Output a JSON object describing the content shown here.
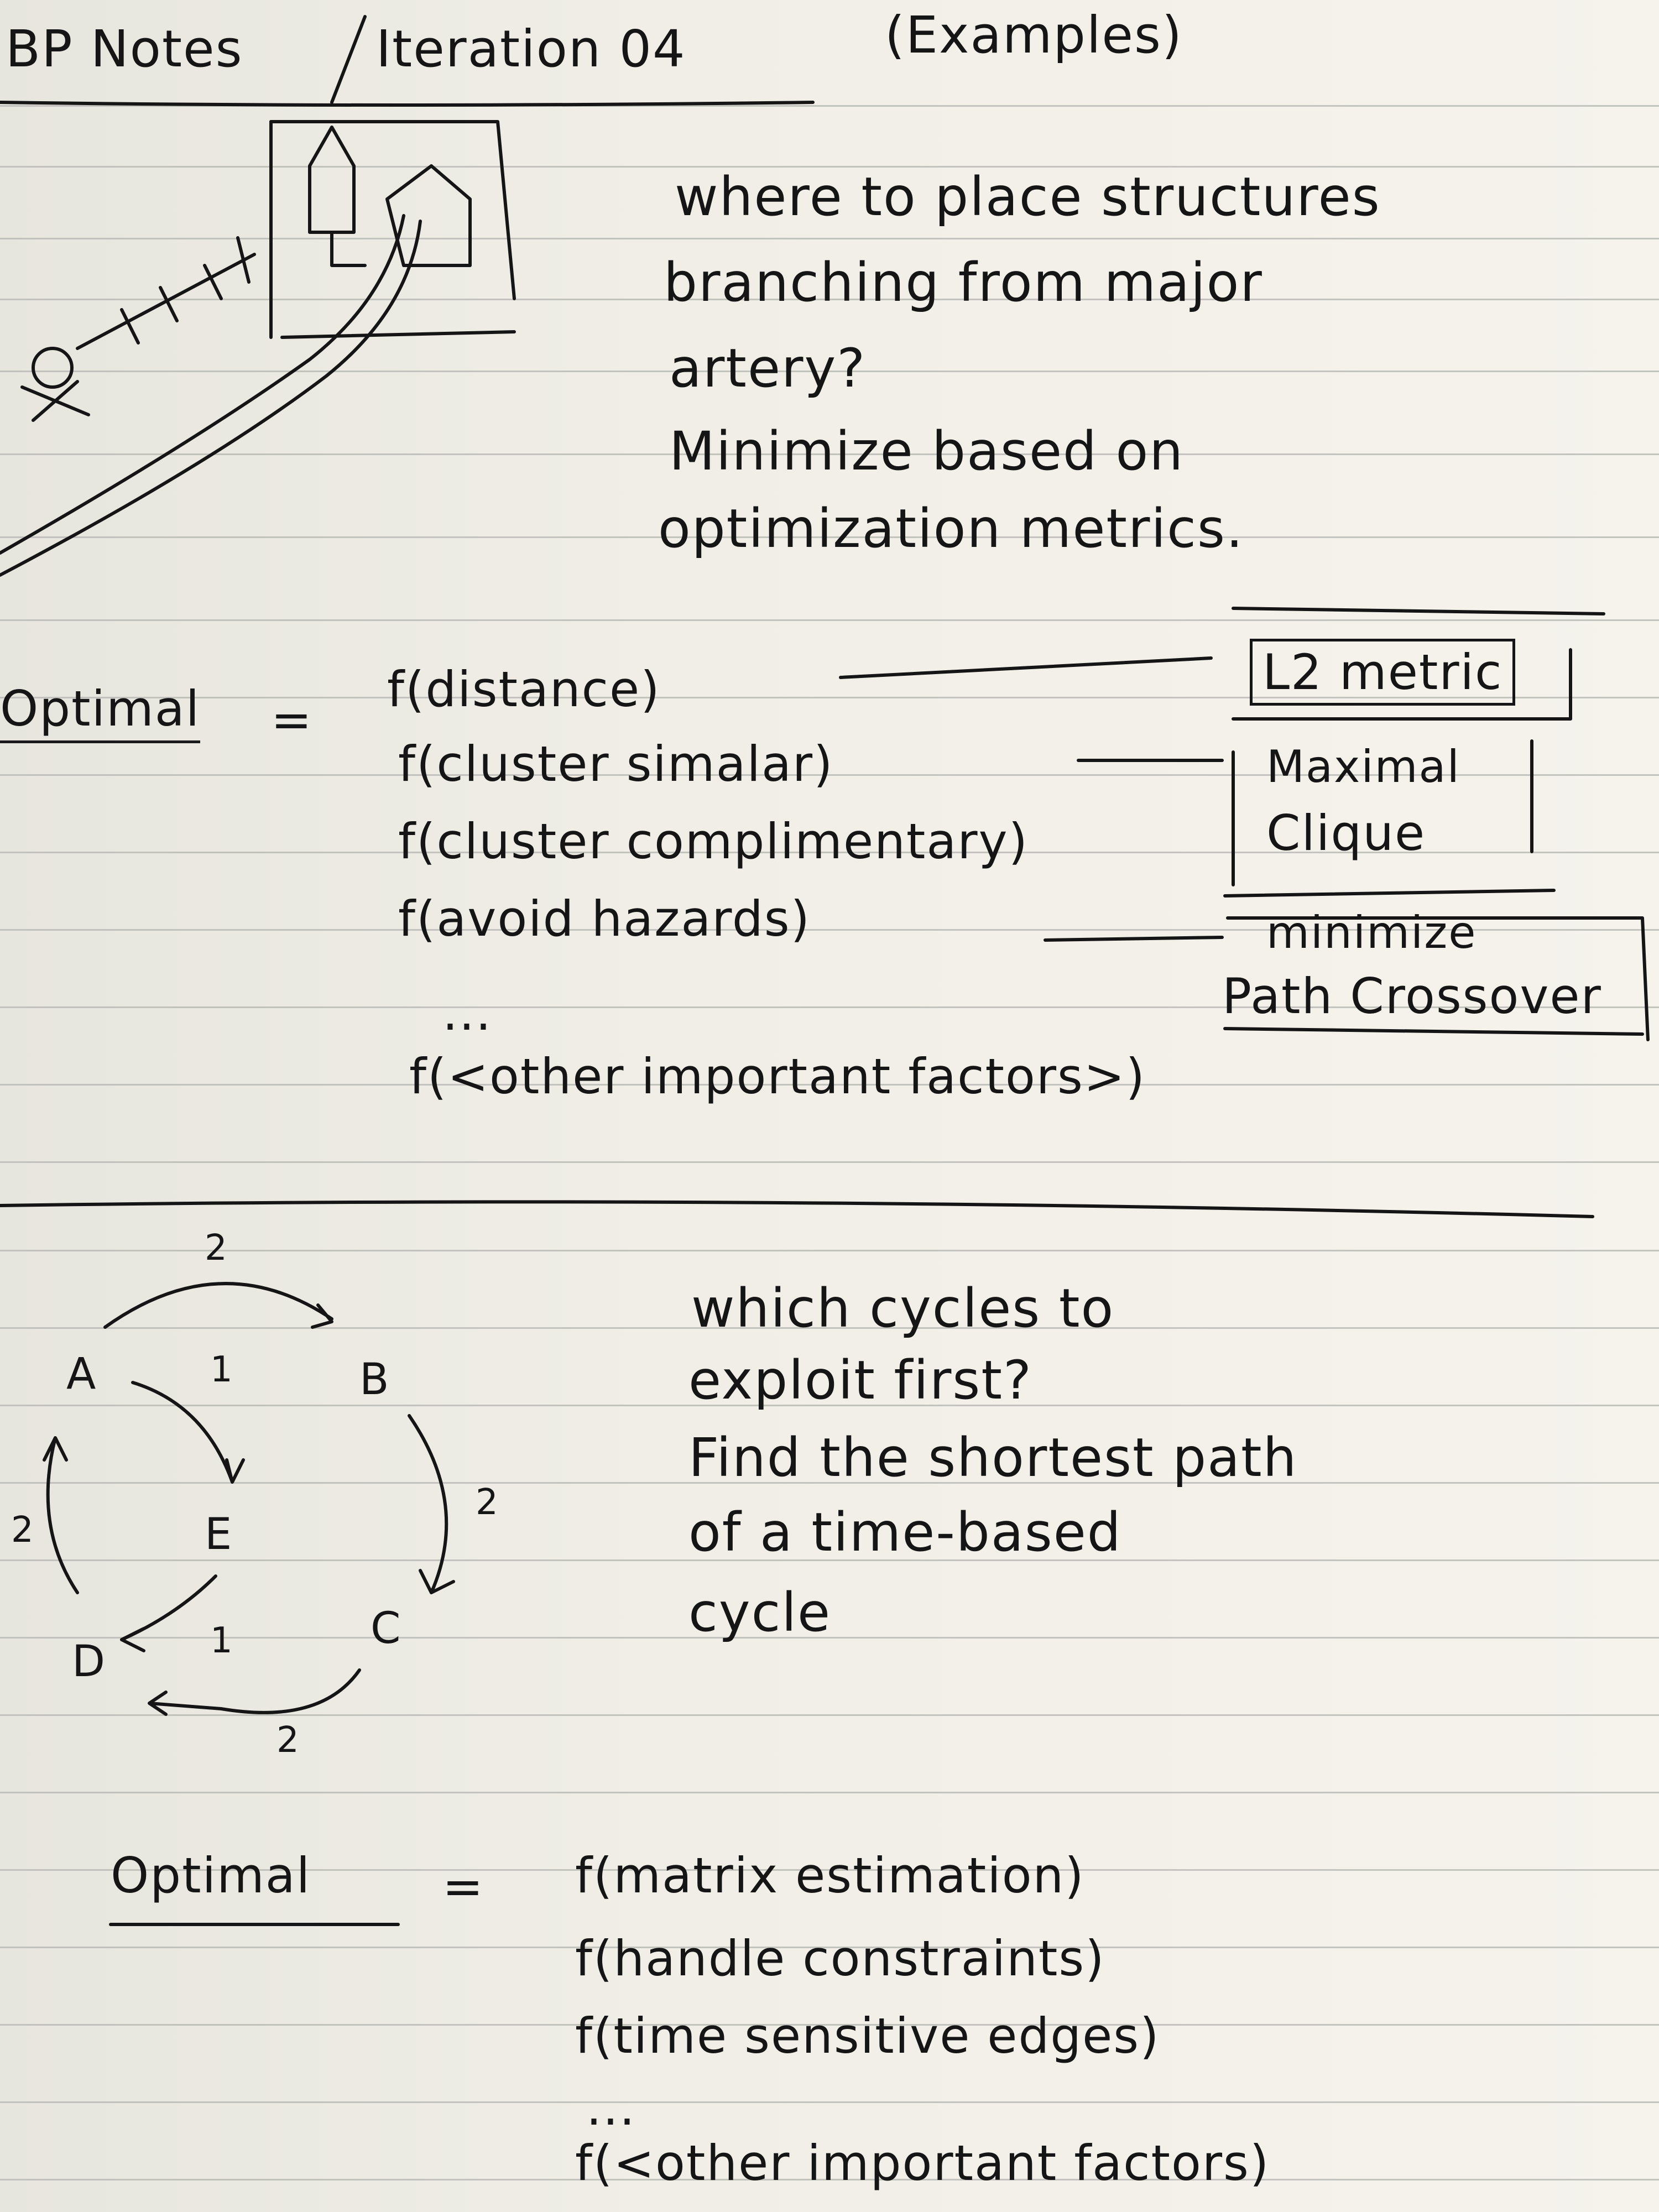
{
  "header": {
    "title_left": "BP Notes",
    "title_right": "Iteration 04",
    "title_tag": "(Examples)"
  },
  "section1": {
    "question": [
      "where to place structures",
      "branching from major",
      "artery?"
    ],
    "answer": [
      "Minimize based on",
      "optimization metrics."
    ],
    "optimal_label": "Optimal",
    "equals": "=",
    "factors": [
      "f(distance)",
      "f(cluster simalar)",
      "f(cluster complimentary)",
      "f(avoid hazards)",
      "...",
      "f(<other important factors>)"
    ],
    "metric_labels": {
      "l2": "L2 metric",
      "clique_line1": "Maximal",
      "clique_line2": "Clique",
      "path_line1": "minimize",
      "path_line2": "Path Crossover"
    }
  },
  "section2": {
    "question": [
      "which cycles to",
      "exploit first?"
    ],
    "answer": [
      "Find the shortest path",
      "of a time-based",
      "cycle"
    ],
    "graph": {
      "nodes": [
        "A",
        "B",
        "C",
        "D",
        "E"
      ],
      "edges": [
        {
          "from": "A",
          "to": "B",
          "weight": "2"
        },
        {
          "from": "A",
          "to": "E",
          "weight": "1"
        },
        {
          "from": "B",
          "to": "C",
          "weight": "2"
        },
        {
          "from": "C",
          "to": "D",
          "weight": "2"
        },
        {
          "from": "E",
          "to": "D",
          "weight": "1"
        },
        {
          "from": "D",
          "to": "A",
          "weight": "2"
        }
      ]
    },
    "optimal_label": "Optimal",
    "equals": "=",
    "factors": [
      "f(matrix estimation)",
      "f(handle constraints)",
      "f(time sensitive edges)",
      "...",
      "f(<other important factors)"
    ]
  }
}
